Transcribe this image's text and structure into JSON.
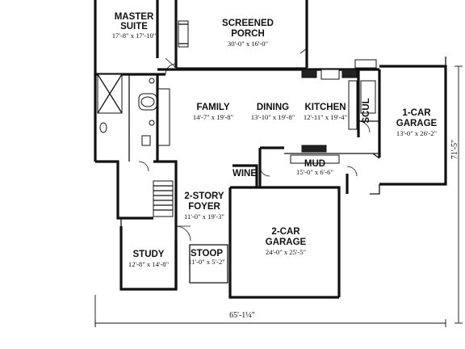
{
  "rooms": {
    "master_suite": {
      "name": [
        "MASTER",
        "SUITE"
      ],
      "size": "17'-8\" x 17'-10\""
    },
    "screened_porch": {
      "name": [
        "SCREENED",
        "PORCH"
      ],
      "size": "30'-0\" x 16'-0\""
    },
    "family": {
      "name": [
        "FAMILY"
      ],
      "size": "14'-7\" x 19'-8\""
    },
    "dining": {
      "name": [
        "DINING"
      ],
      "size": "13'-10\" x 19'-8\""
    },
    "kitchen": {
      "name": [
        "KITCHEN"
      ],
      "size": "12'-11\" x 19'-4\""
    },
    "scul": {
      "name": [
        "SCUL"
      ]
    },
    "one_car_garage": {
      "name": [
        "1-CAR",
        "GARAGE"
      ],
      "size": "13'-0\" x 26'-2\""
    },
    "mud": {
      "name": [
        "MUD"
      ],
      "size": "15'-0\" x 6'-6\""
    },
    "wine": {
      "name": [
        "WINE"
      ]
    },
    "foyer": {
      "name": [
        "2-STORY",
        "FOYER"
      ],
      "size": "11'-0\" x 19'-3\""
    },
    "two_car_garage": {
      "name": [
        "2-CAR",
        "GARAGE"
      ],
      "size": "24'-0\" x 25'-5\""
    },
    "study": {
      "name": [
        "STUDY"
      ],
      "size": "12'-8\" x 14'-8\""
    },
    "stoop": {
      "name": [
        "STOOP"
      ],
      "size": "11'-0\" x 5'-2\""
    }
  },
  "dimensions": {
    "overall_width": "65'-1¼\"",
    "garage_depth": "71'-5\""
  }
}
